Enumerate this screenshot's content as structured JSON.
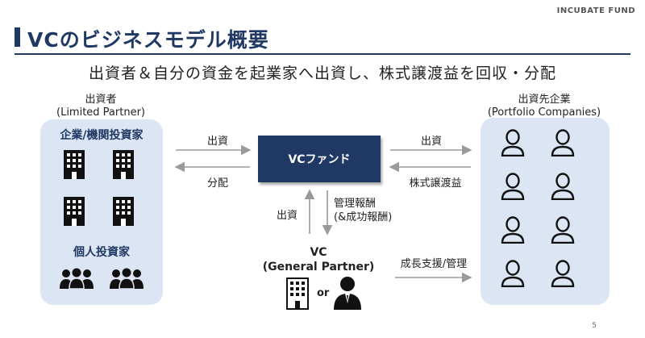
{
  "brand": "INCUBATE FUND",
  "title": "VCのビジネスモデル概要",
  "subtitle": "出資者＆自分の資金を起業家へ出資し、株式譲渡益を回収・分配",
  "lp": {
    "caption_line1": "出資者",
    "caption_line2": "(Limited Partner)",
    "institutional_label": "企業/機関投資家",
    "individual_label": "個人投資家"
  },
  "portfolio": {
    "caption_line1": "出資先企業",
    "caption_line2": "(Portfolio Companies)"
  },
  "fund_label": "VCファンド",
  "flows": {
    "lp_to_fund": "出資",
    "fund_to_lp": "分配",
    "fund_to_pc": "出資",
    "pc_to_fund": "株式譲渡益",
    "gp_to_fund": "出資",
    "fund_to_gp_line1": "管理報酬",
    "fund_to_gp_line2": "(&成功報酬)",
    "gp_to_pc": "成長支援/管理"
  },
  "gp": {
    "line1": "VC",
    "line2": "(General Partner)",
    "or": "or"
  },
  "page_number": "5",
  "icons": {
    "building": "office-building-icon",
    "people": "people-group-icon",
    "person": "person-outline-icon",
    "businessman": "businessman-icon"
  },
  "colors": {
    "navy": "#1f3864",
    "panel": "#dbe5f3",
    "arrow": "#9a9a9a"
  }
}
